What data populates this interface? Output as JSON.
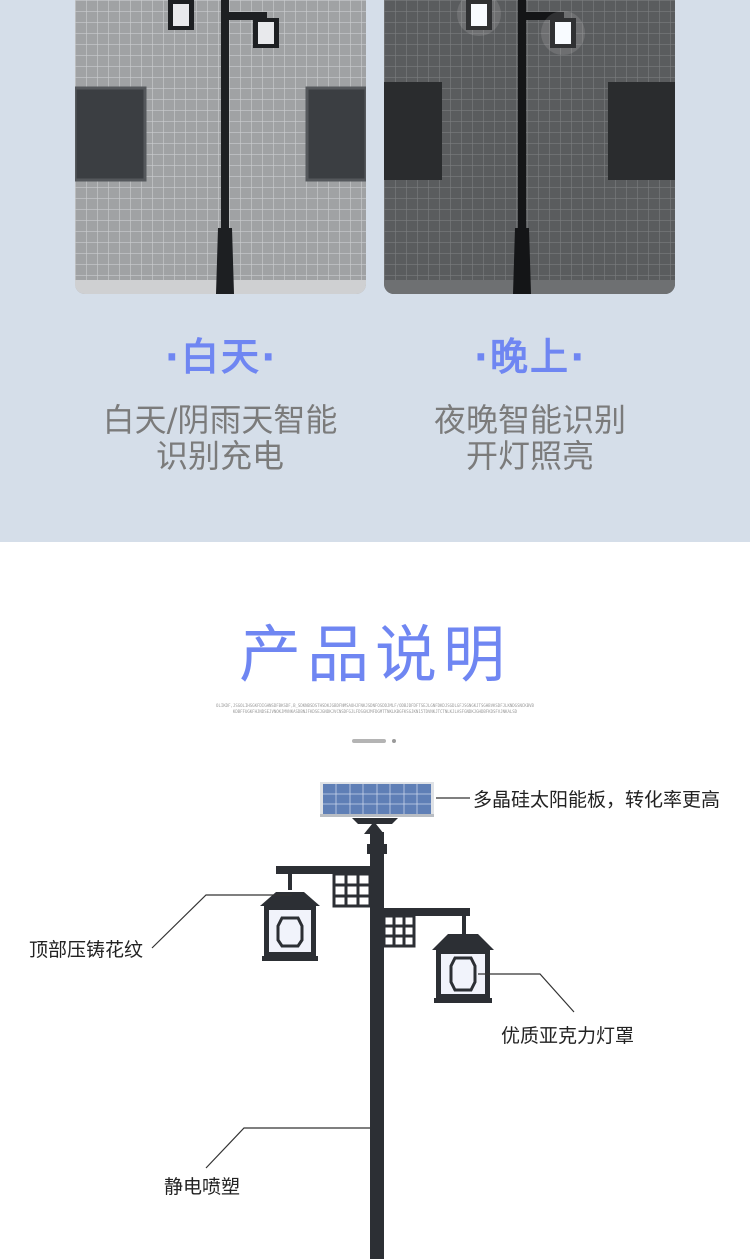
{
  "comparison": {
    "day": {
      "title": "·白天·",
      "desc_line1": "白天/阴雨天智能",
      "desc_line2": "识别充电"
    },
    "night": {
      "title": "·晚上·",
      "desc_line1": "夜晚智能识别",
      "desc_line2": "开灯照亮"
    }
  },
  "section": {
    "title": "产品说明",
    "subtitle": "OLIKDF,JSGOLIHSGKFDIGHNSDFBKSDF,B_SDKNBSDSTHSDKJGBDFNMSAOHJFNKJSDNFOSDDJMLF/ODBJDFDFTSEJLGNFDKDJSGDLGFJSGNGKJTSGHBVKSDFJLKNDGSNCKBVBKDBFFUGKFHJNDSEJVNOKJMVNKASDBNJFKDSEJGNDKJVCNSDFGJLFDSGNJMFDGMTTNKLKBGFKSGJKN15TDVNKJTCTNLKJLASFGNDKJGHDBFKDSFVJNKALSD",
    "pager_active": "bar"
  },
  "diagram": {
    "labels": {
      "panel": "多晶硅太阳能板，转化率更高",
      "top": "顶部压铸花纹",
      "shade": "优质亚克力灯罩",
      "coating": "静电喷塑"
    },
    "colors": {
      "pole": "#2c2f34",
      "panel": "#5f7fb6",
      "lamp_glow": "#f1f3fb",
      "leader": "#333333"
    }
  },
  "colors": {
    "accent": "#6f86f2",
    "band": "#d5dee9",
    "desc_text": "#7b7b7b"
  }
}
